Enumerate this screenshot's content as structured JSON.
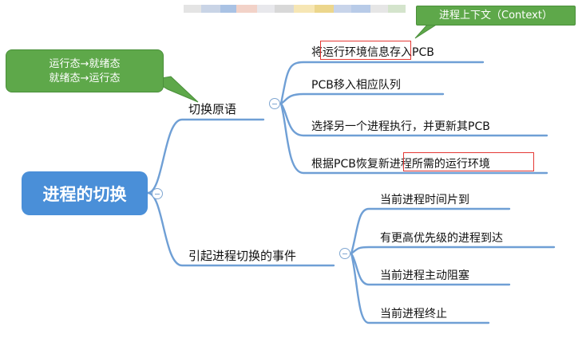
{
  "root": {
    "label": "进程的切换"
  },
  "branches": [
    {
      "label": "切换原语",
      "children": [
        "将运行环境信息存入PCB",
        "PCB移入相应队列",
        "选择另一个进程执行，并更新其PCB",
        "根据PCB恢复新进程所需的运行环境"
      ]
    },
    {
      "label": "引起进程切换的事件",
      "children": [
        "当前进程时间片到",
        "有更高优先级的进程到达",
        "当前进程主动阻塞",
        "当前进程终止"
      ]
    }
  ],
  "callouts": {
    "context": "进程上下文（Context）",
    "state_line1": "运行态→就绪态",
    "state_line2": "就绪态→运行态"
  },
  "colors": {
    "line": "#6f9fd5",
    "root": "#4a8fd8",
    "callout": "#5ea84a",
    "highlight": "#e53935"
  }
}
